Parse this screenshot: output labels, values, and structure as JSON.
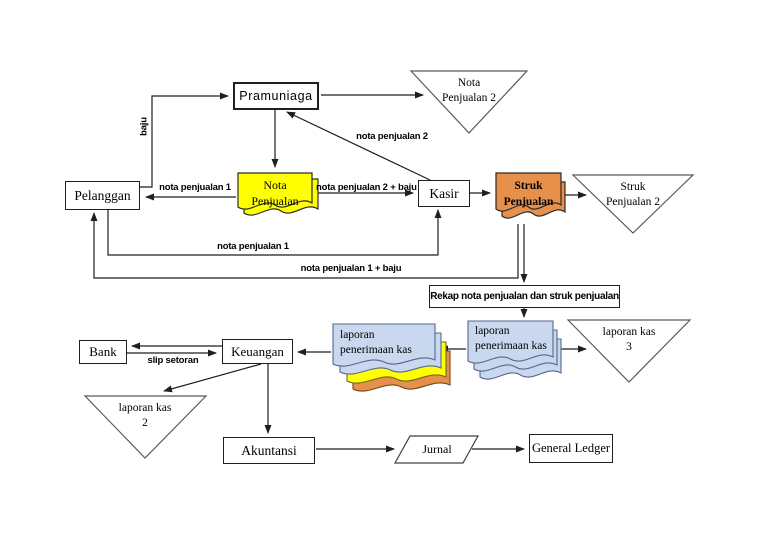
{
  "nodes": {
    "pramuniaga": {
      "label": "Pramuniaga"
    },
    "pelanggan": {
      "label": "Pelanggan"
    },
    "kasir": {
      "label": "Kasir"
    },
    "bank": {
      "label": "Bank"
    },
    "keuangan": {
      "label": "Keuangan"
    },
    "akuntansi": {
      "label": "Akuntansi"
    },
    "jurnal": {
      "label": "Jurnal"
    },
    "general_ledger": {
      "label": "General Ledger"
    },
    "rekap": {
      "label": "Rekap nota penjualan dan struk penjualan"
    }
  },
  "documents": {
    "nota_penjualan": {
      "line1": "Nota",
      "line2": "Penjualan",
      "fill": "#ffff00"
    },
    "struk_penjualan": {
      "line1": "Struk",
      "line2": "Penjualan",
      "fill": "#e7904c"
    },
    "laporan_penerimaan_kas_keuangan": {
      "line1": "laporan",
      "line2": "penerimaan kas",
      "fill": "#c9d8ee"
    },
    "laporan_penerimaan_kas_kasir": {
      "line1": "laporan",
      "line2": "penerimaan kas",
      "fill": "#c9d8ee"
    }
  },
  "archives": {
    "nota_penjualan_2": {
      "line1": "Nota",
      "line2": "Penjualan 2"
    },
    "struk_penjualan_2": {
      "line1": "Struk",
      "line2": "Penjualan 2"
    },
    "laporan_kas_3": {
      "line1": "laporan kas",
      "line2": "3"
    },
    "laporan_kas_2": {
      "line1": "laporan kas",
      "line2": "2"
    }
  },
  "edge_labels": {
    "baju": "baju",
    "nota_penjualan_2": "nota penjualan 2",
    "nota_penjualan_1_to_pelanggan": "nota penjualan 1",
    "nota_penjualan_2_plus_baju": "nota penjualan 2 + baju",
    "nota_penjualan_1_to_kasir": "nota penjualan 1",
    "nota_penjualan_1_plus_baju": "nota penjualan 1 + baju",
    "slip_setoran": "slip setoran"
  },
  "colors": {
    "background": "#ffffff",
    "line": "#1f1f1f",
    "archive_outline": "#595959",
    "doc_yellow": "#ffff00",
    "doc_orange": "#e7904c",
    "doc_blue": "#c9d8ee"
  }
}
